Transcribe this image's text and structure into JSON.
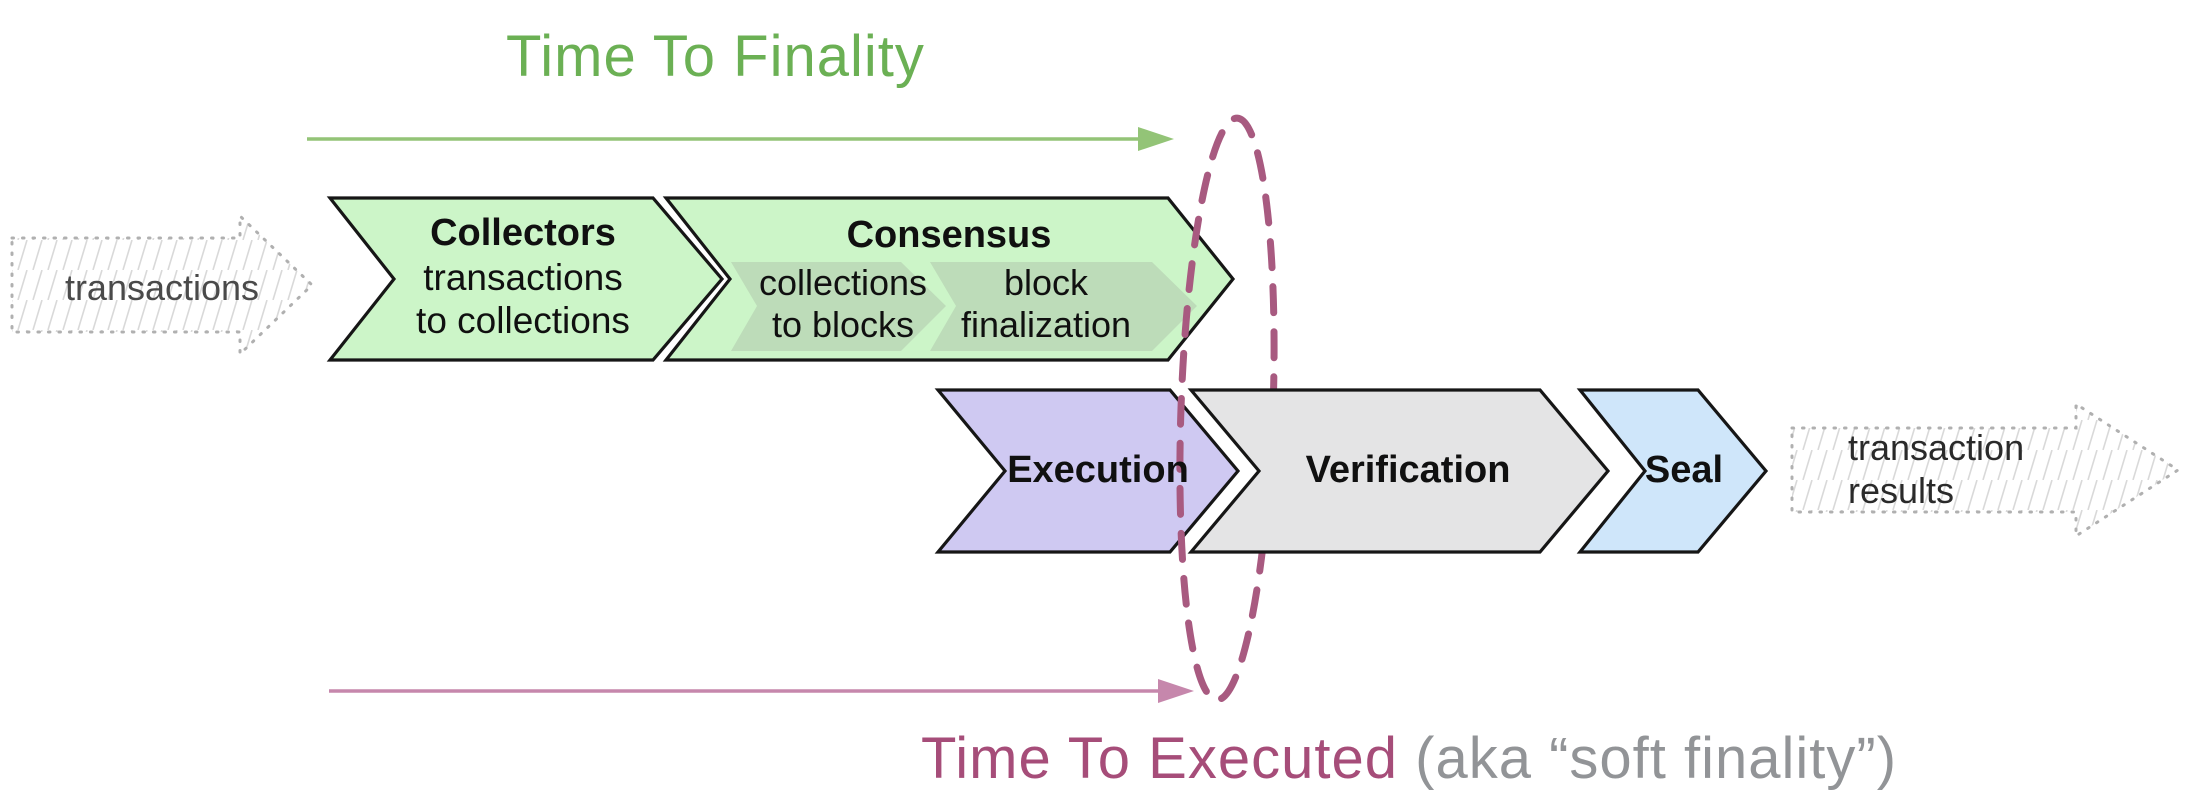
{
  "timeline_top": {
    "title": "Time To Finality"
  },
  "timeline_bottom": {
    "title": "Time To Executed",
    "note": "(aka “soft finality”)"
  },
  "input_arrow": {
    "label": "transactions"
  },
  "output_arrow": {
    "line1": "transaction",
    "line2": "results"
  },
  "stages": {
    "collectors": {
      "title": "Collectors",
      "line1": "transactions",
      "line2": "to collections"
    },
    "consensus": {
      "title": "Consensus"
    },
    "consensus_sub1": {
      "line1": "collections",
      "line2": "to blocks"
    },
    "consensus_sub2": {
      "line1": "block",
      "line2": "finalization"
    },
    "execution": {
      "title": "Execution"
    },
    "verification": {
      "title": "Verification"
    },
    "seal": {
      "title": "Seal"
    }
  },
  "colors": {
    "chevron_green": "#ccf5c8",
    "chevron_green_sub": "#bddcb9",
    "chevron_purple": "#cfc9f2",
    "chevron_gray": "#e4e4e5",
    "chevron_blue": "#cfe6fa",
    "chevron_border": "#161616",
    "finality_green": "#6bb054",
    "finality_arrow_green": "#93c477",
    "executed_pink": "#a64d79",
    "executed_arrow_pink": "#c687ac",
    "ellipse_pink": "#a85a80",
    "note_gray": "#929497",
    "hatch_line": "#d9d9d9",
    "hatch_border": "#b0b0b0",
    "input_text": "#4a4a4a",
    "output_text": "#2a2a2a",
    "label_text": "#101010"
  }
}
